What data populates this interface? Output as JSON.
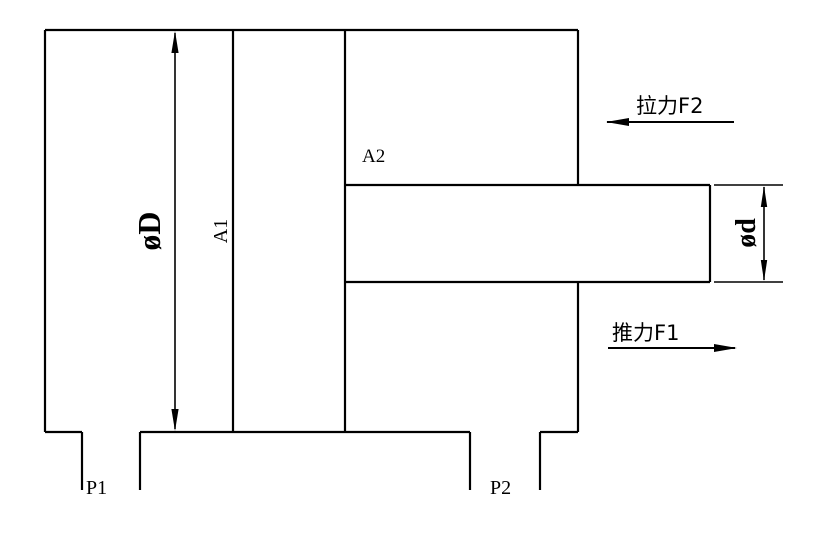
{
  "colors": {
    "background": "#ffffff",
    "line": "#000000"
  },
  "labels": {
    "cylinder_diameter": "øD",
    "piston_area": "A1",
    "rod_side_area": "A2",
    "rod_diameter": "ød",
    "pull_force": "拉力F2",
    "push_force": "推力F1",
    "port_left": "P1",
    "port_right": "P2"
  }
}
